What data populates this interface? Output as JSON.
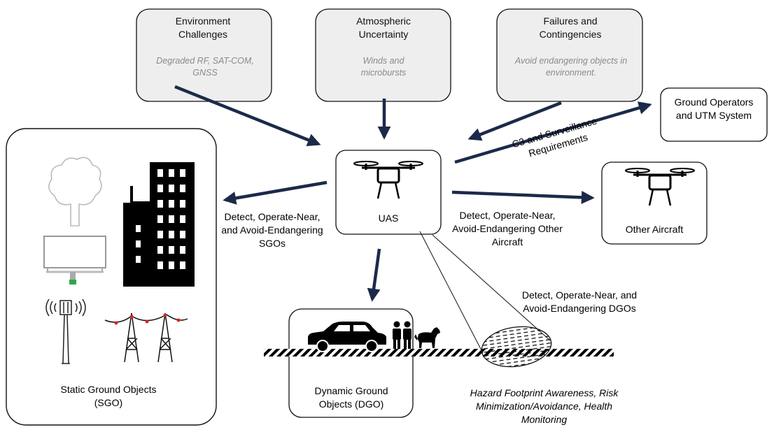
{
  "challenges": [
    {
      "title": "Environment Challenges",
      "detail": "Degraded RF, SAT-COM, GNSS"
    },
    {
      "title": "Atmospheric Uncertainty",
      "detail": "Winds and microbursts"
    },
    {
      "title": "Failures and Contingencies",
      "detail": "Avoid endangering objects in environment."
    }
  ],
  "nodes": {
    "ground_ops": "Ground Operators and UTM System",
    "uas": "UAS",
    "other_aircraft": "Other Aircraft",
    "sgo": "Static Ground Objects (SGO)",
    "dgo": "Dynamic Ground Objects (DGO)"
  },
  "edges": {
    "c3": "C3 and Surveillance Requirements",
    "sgo": "Detect, Operate-Near, and Avoid-Endangering SGOs",
    "other": "Detect, Operate-Near, Avoid-Endangering Other Aircraft",
    "dgo": "Detect, Operate-Near, and Avoid-Endangering DGOs"
  },
  "hazard": "Hazard Footprint Awareness, Risk Minimization/Avoidance, Health Monitoring",
  "colors": {
    "arrow": "#1c2a4a",
    "box_fill": "#eeeeee",
    "detail_text": "#8a8a8a"
  },
  "icons": [
    "tree-icon",
    "building-icon",
    "billboard-icon",
    "cell-tower-icon",
    "power-line-icon",
    "car-icon",
    "people-icon",
    "dog-icon",
    "drone-icon",
    "hazard-ellipse-icon"
  ]
}
